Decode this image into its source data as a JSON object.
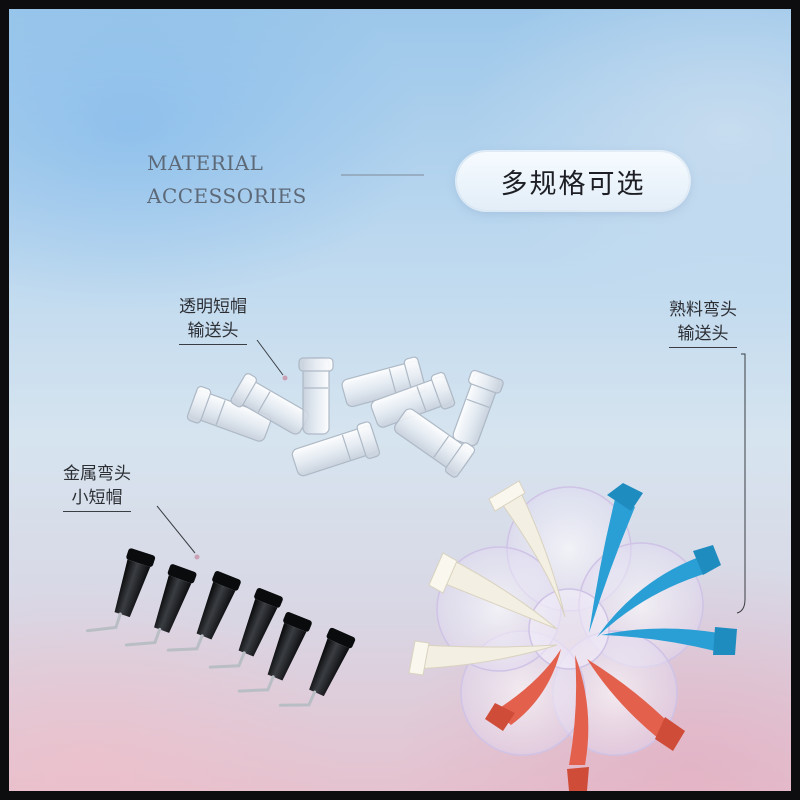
{
  "heading": {
    "line1": "MATERIAL",
    "line2": "ACCESSORIES"
  },
  "pill": {
    "text": "多规格可选"
  },
  "labels": {
    "clear_cap": {
      "line1": "透明短帽",
      "line2": "输送头"
    },
    "metal_bent": {
      "line1": "金属弯头",
      "line2": "小短帽"
    },
    "plastic_bent": {
      "line1": "熟料弯头",
      "line2": "输送头"
    }
  },
  "colors": {
    "frame": "#0d0d0f",
    "heading_text": "#5d6977",
    "blue_tip": "#2a9fd6",
    "red_tip": "#e2604c",
    "cream_tip": "#f3efe2",
    "black_cap": "#15171a"
  }
}
